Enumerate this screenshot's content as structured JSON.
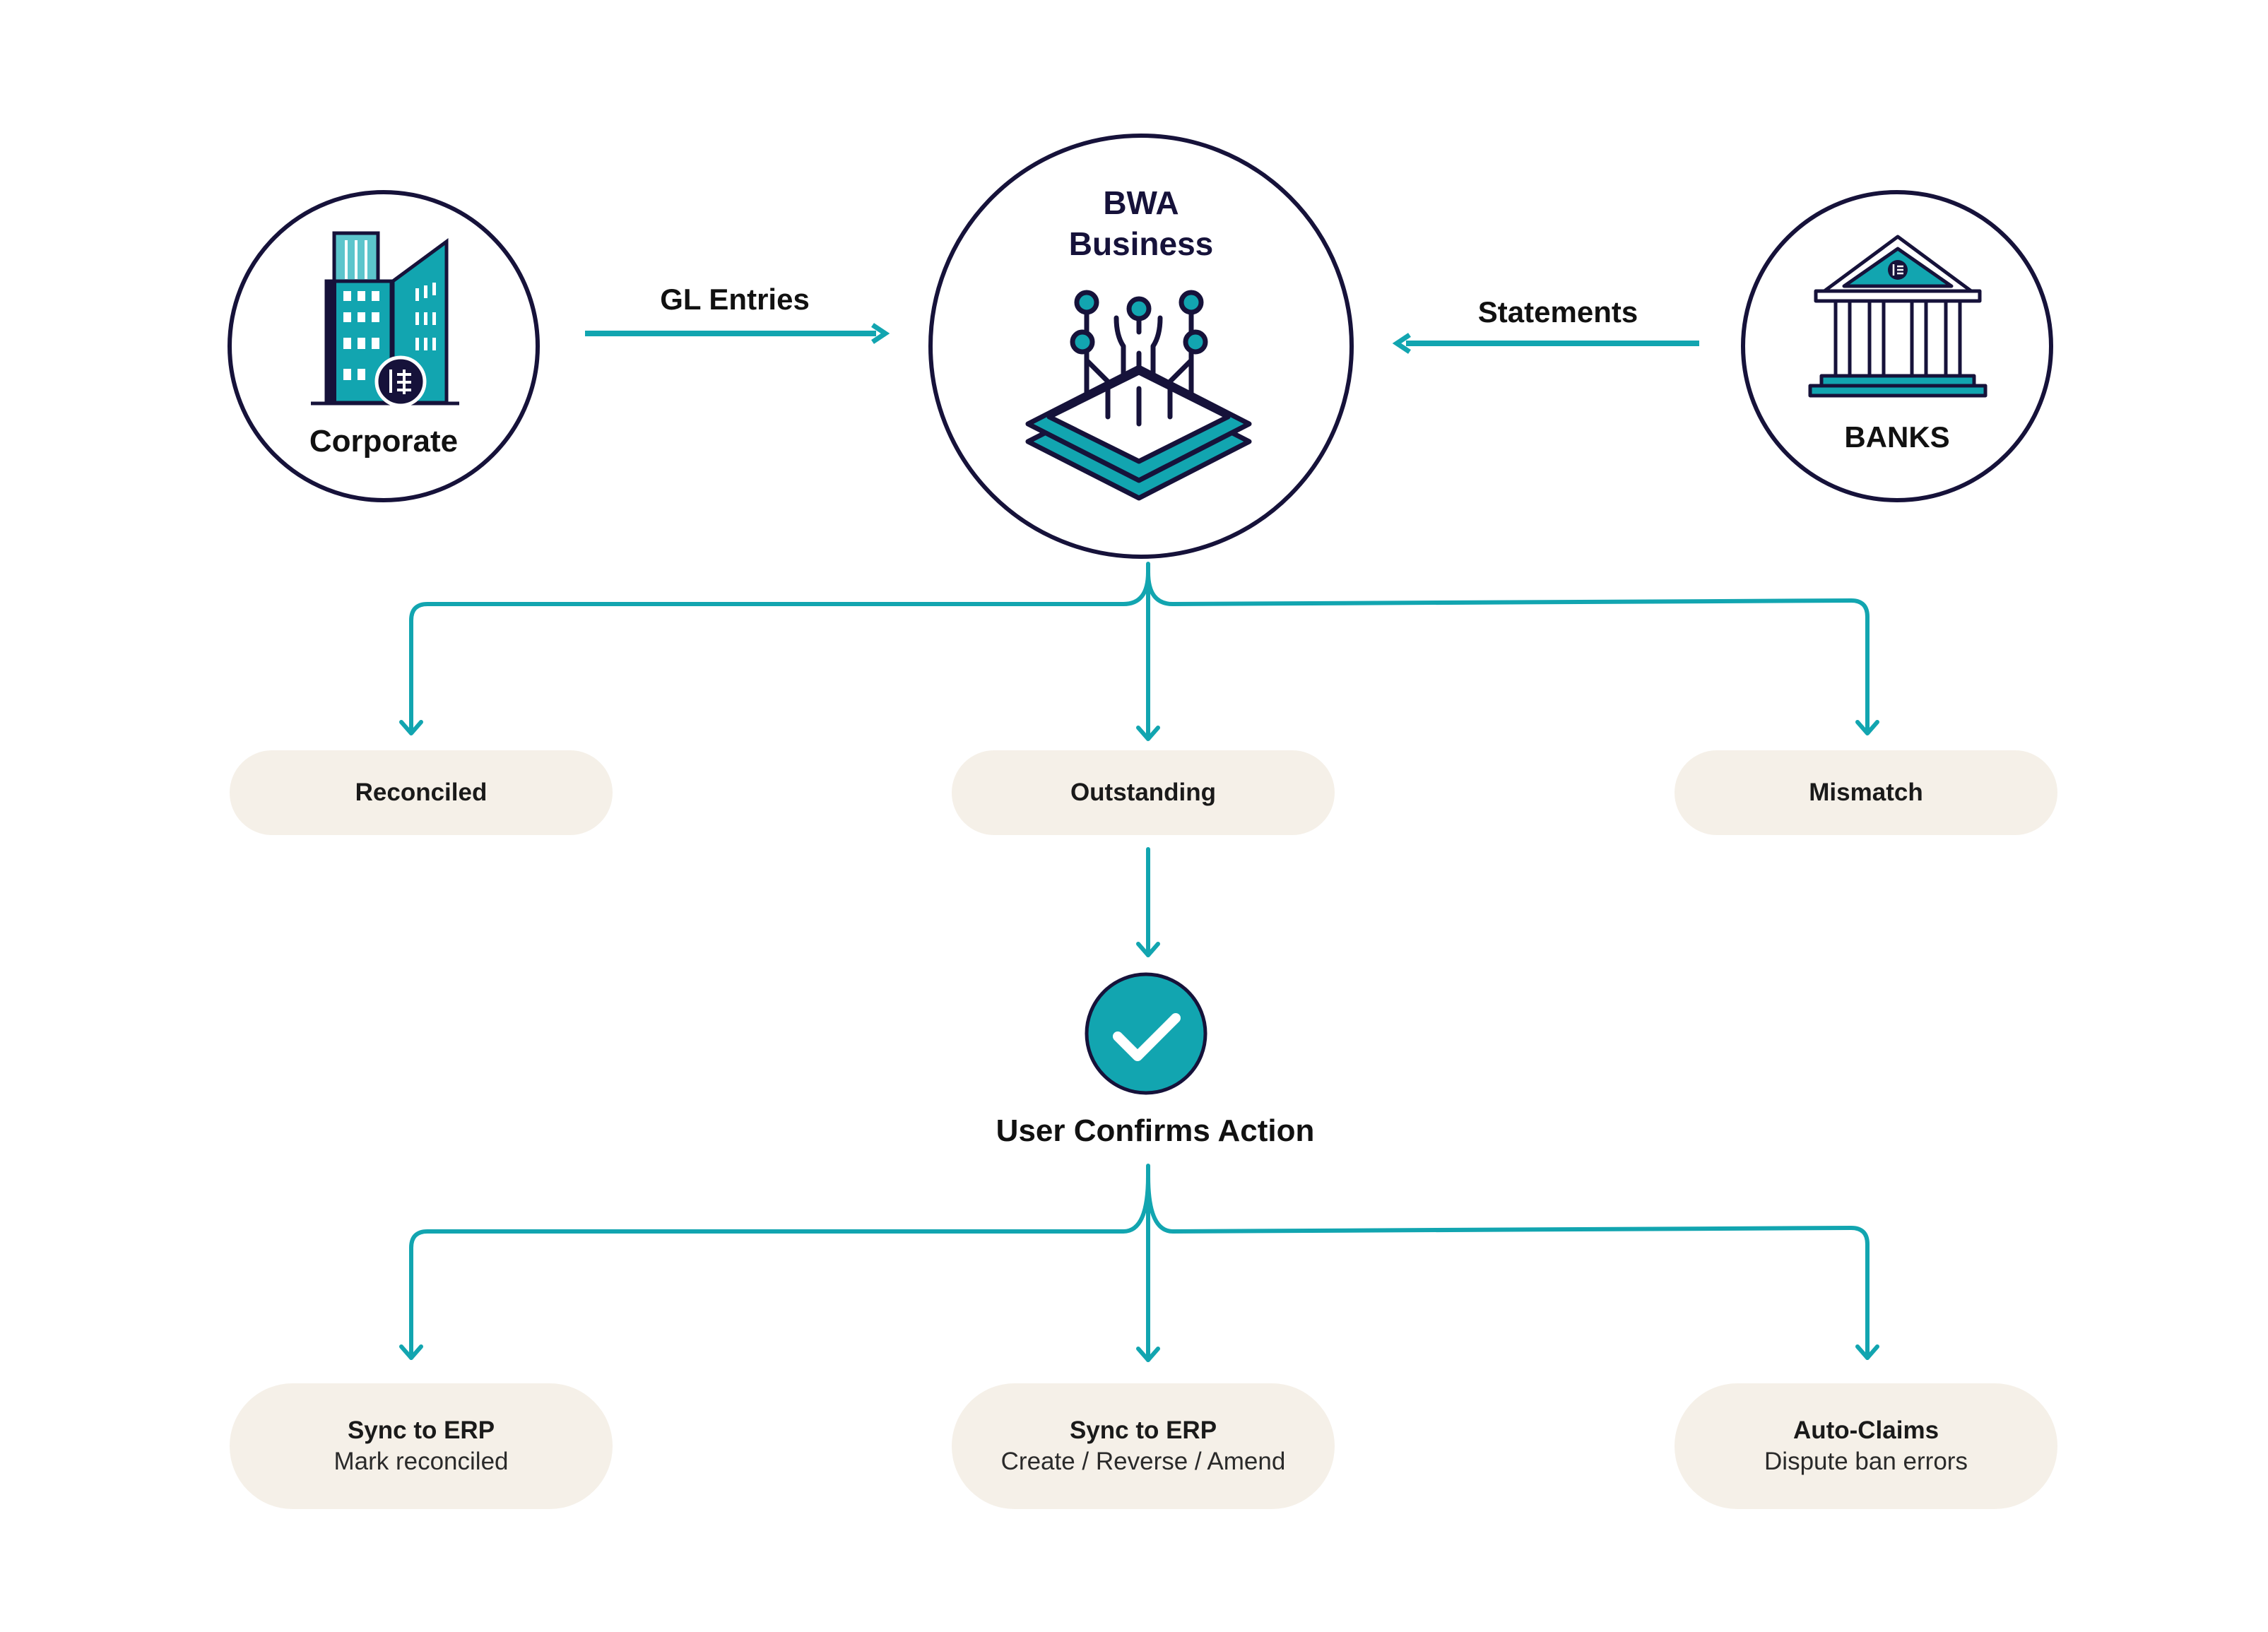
{
  "colors": {
    "accent": "#12a5b0",
    "dark": "#16123a",
    "pill": "#f5f0e8"
  },
  "nodes": {
    "corporate": {
      "label": "Corporate",
      "icon": "office-building-icon"
    },
    "bwa": {
      "line1": "BWA",
      "line2": "Business",
      "icon": "chip-layers-icon"
    },
    "banks": {
      "label": "BANKS",
      "icon": "bank-building-icon"
    }
  },
  "edges": {
    "gl_entries": "GL Entries",
    "statements": "Statements"
  },
  "statuses": [
    "Reconciled",
    "Outstanding",
    "Mismatch"
  ],
  "confirm": {
    "label": "User Confirms Action",
    "icon": "checkmark-icon"
  },
  "actions": [
    {
      "title": "Sync to ERP",
      "subtitle": "Mark reconciled"
    },
    {
      "title": "Sync to ERP",
      "subtitle": "Create / Reverse / Amend"
    },
    {
      "title": "Auto-Claims",
      "subtitle": "Dispute ban errors"
    }
  ]
}
